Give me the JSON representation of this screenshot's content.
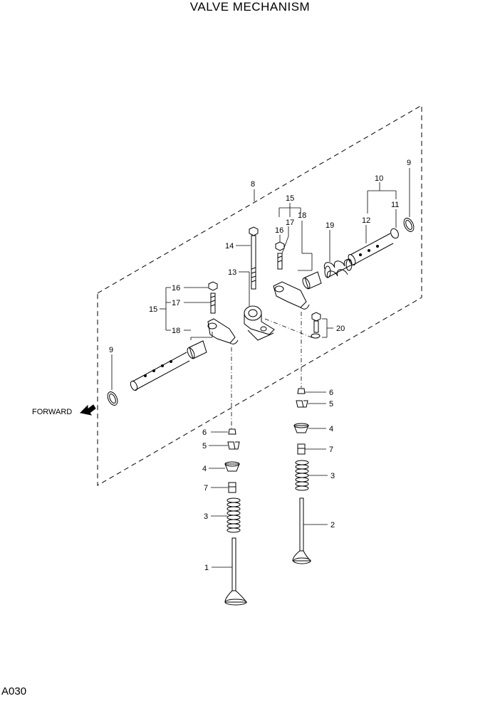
{
  "title": "VALVE MECHANISM",
  "page_code": "A030",
  "forward_label": "FORWARD",
  "callouts": {
    "c1": "1",
    "c2": "2",
    "c3a": "3",
    "c3b": "3",
    "c4a": "4",
    "c4b": "4",
    "c5a": "5",
    "c5b": "5",
    "c6a": "6",
    "c6b": "6",
    "c7a": "7",
    "c7b": "7",
    "c8": "8",
    "c9a": "9",
    "c9b": "9",
    "c10": "10",
    "c11": "11",
    "c12": "12",
    "c13": "13",
    "c14": "14",
    "c15a": "15",
    "c15b": "15",
    "c16a": "16",
    "c16b": "16",
    "c17a": "17",
    "c17b": "17",
    "c18a": "18",
    "c18b": "18",
    "c19": "19",
    "c20": "20"
  }
}
